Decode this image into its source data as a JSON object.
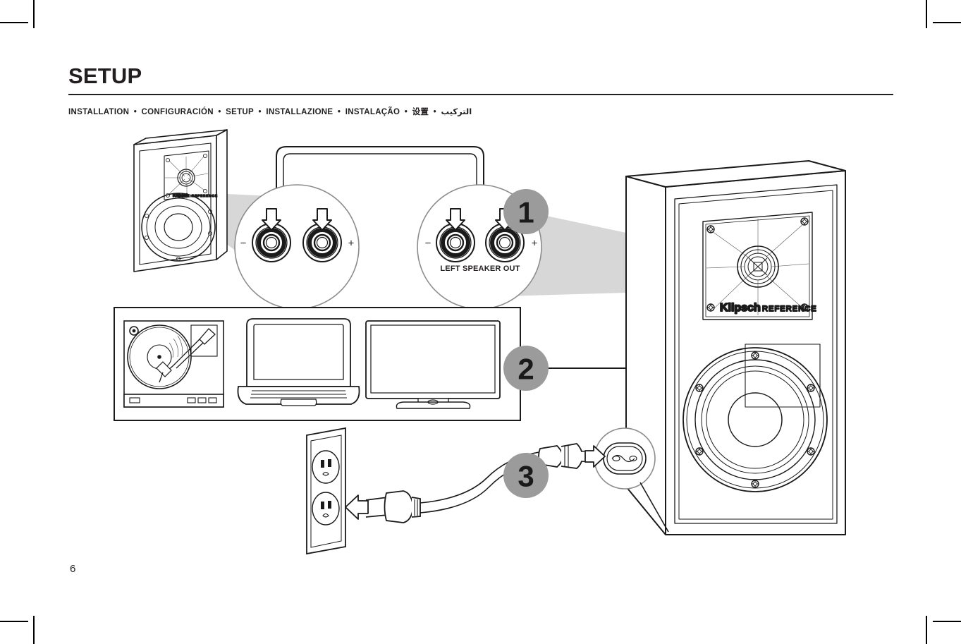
{
  "page": {
    "title": "SETUP",
    "subtitle_items": [
      "INSTALLATION",
      "CONFIGURACIÓN",
      "SETUP",
      "INSTALLAZIONE",
      "INSTALAÇÃO",
      "设置",
      "التركيب"
    ],
    "subtitle_separator": "•",
    "page_number": "6"
  },
  "diagram": {
    "steps": [
      {
        "id": "step-1",
        "number": "1",
        "describes": "connect-speaker-wire-to-binding-posts"
      },
      {
        "id": "step-2",
        "number": "2",
        "describes": "connect-source-devices-to-speaker"
      },
      {
        "id": "step-3",
        "number": "3",
        "describes": "connect-power-cord-to-outlet"
      }
    ],
    "terminals": {
      "left_detail": {
        "negative": "−",
        "positive": "+"
      },
      "right_detail": {
        "negative": "−",
        "positive": "+",
        "label": "LEFT SPEAKER OUT"
      }
    },
    "speaker_badge": {
      "brand": "Klipsch",
      "line": "REFERENCE"
    },
    "sources": [
      {
        "name": "turntable"
      },
      {
        "name": "laptop"
      },
      {
        "name": "television"
      }
    ],
    "power": {
      "outlet": "wall-outlet",
      "plug": "two-prong-plug",
      "inlet": "iec-c7-figure-8-inlet"
    }
  },
  "colors": {
    "ink": "#231f20",
    "line": "#1a1a1a",
    "badge_gray": "#9b9b9b",
    "cone_gray": "#d7d7d7",
    "circle_stroke": "#8c8c8c",
    "wire_black": "#231f20",
    "wire_white": "#ffffff"
  }
}
